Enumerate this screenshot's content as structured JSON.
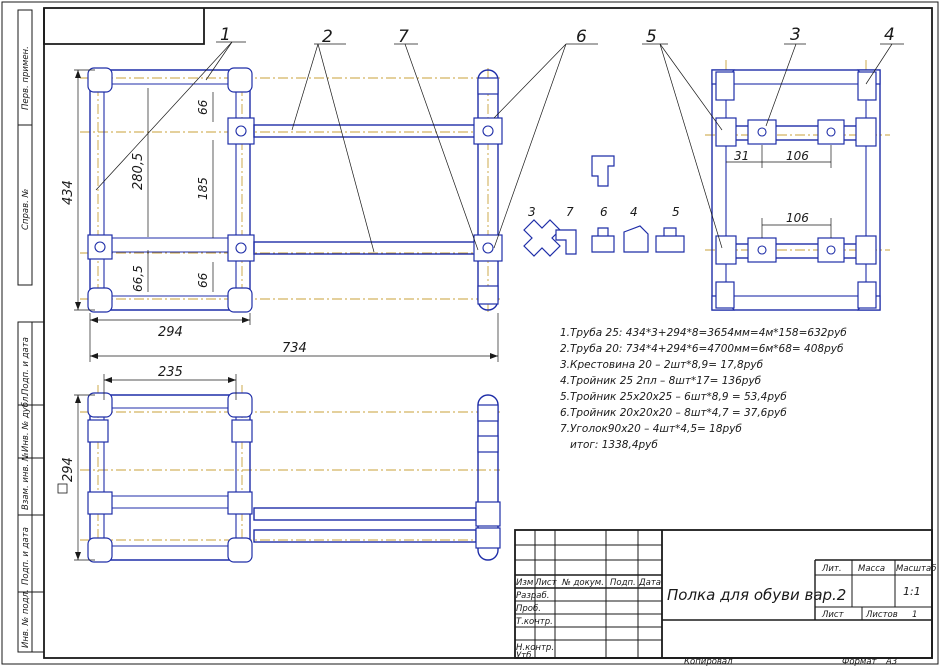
{
  "drawing": {
    "title": "Полка для обуви вар.2",
    "sheet": "1",
    "sheets_label": "Листов",
    "sheets_total": "1",
    "scale": "1:1",
    "copied_label": "Копировал",
    "format_label": "Формат",
    "format_value": "А3"
  },
  "title_block": {
    "col_izm": "Изм",
    "col_list": "Лист",
    "col_doc": "№ докум.",
    "col_sign": "Подп.",
    "col_date": "Дата",
    "row_razrab": "Разраб.",
    "row_prov": "Проб.",
    "row_tkontr": "Т.контр.",
    "row_nkontr": "Н.контр.",
    "row_utv": "Утб.",
    "lit": "Лит.",
    "mass": "Масса",
    "scale_hdr": "Масштаб",
    "list": "Лист"
  },
  "left_stamps": [
    "Перв. примен.",
    "Справ. №",
    "Подп. и дата",
    "Инв. № дубл.",
    "Взам. инв. №",
    "Подп. и дата",
    "Инв. № подл."
  ],
  "callouts": [
    "1",
    "2",
    "7",
    "6",
    "5",
    "3",
    "4"
  ],
  "dimensions": {
    "d434": "434",
    "d280_5": "280,5",
    "d66a": "66",
    "d185": "185",
    "d66b": "66",
    "d66_5": "66,5",
    "d294": "294",
    "d734": "734",
    "d31": "31",
    "d106a": "106",
    "d106b": "106",
    "d235": "235",
    "d294sq": "294"
  },
  "fitting_labels": [
    "3",
    "7",
    "6",
    "4",
    "5"
  ],
  "bom": [
    "1.Труба 25: 434*3+294*8=3654мм=4м*158=632руб",
    "2.Труба 20: 734*4+294*6=4700мм=6м*68= 408руб",
    "3.Крестовина 20 – 2шт*8,9= 17,8руб",
    "4.Тройник 25 2пл – 8шт*17= 136руб",
    "5.Тройник 25х20х25 – 6шт*8,9 = 53,4руб",
    "6.Тройник 20х20х20 – 8шт*4,7 = 37,6руб",
    "7.Уголок90х20 – 4шт*4,5= 18руб",
    "итог: 1338,4руб"
  ]
}
